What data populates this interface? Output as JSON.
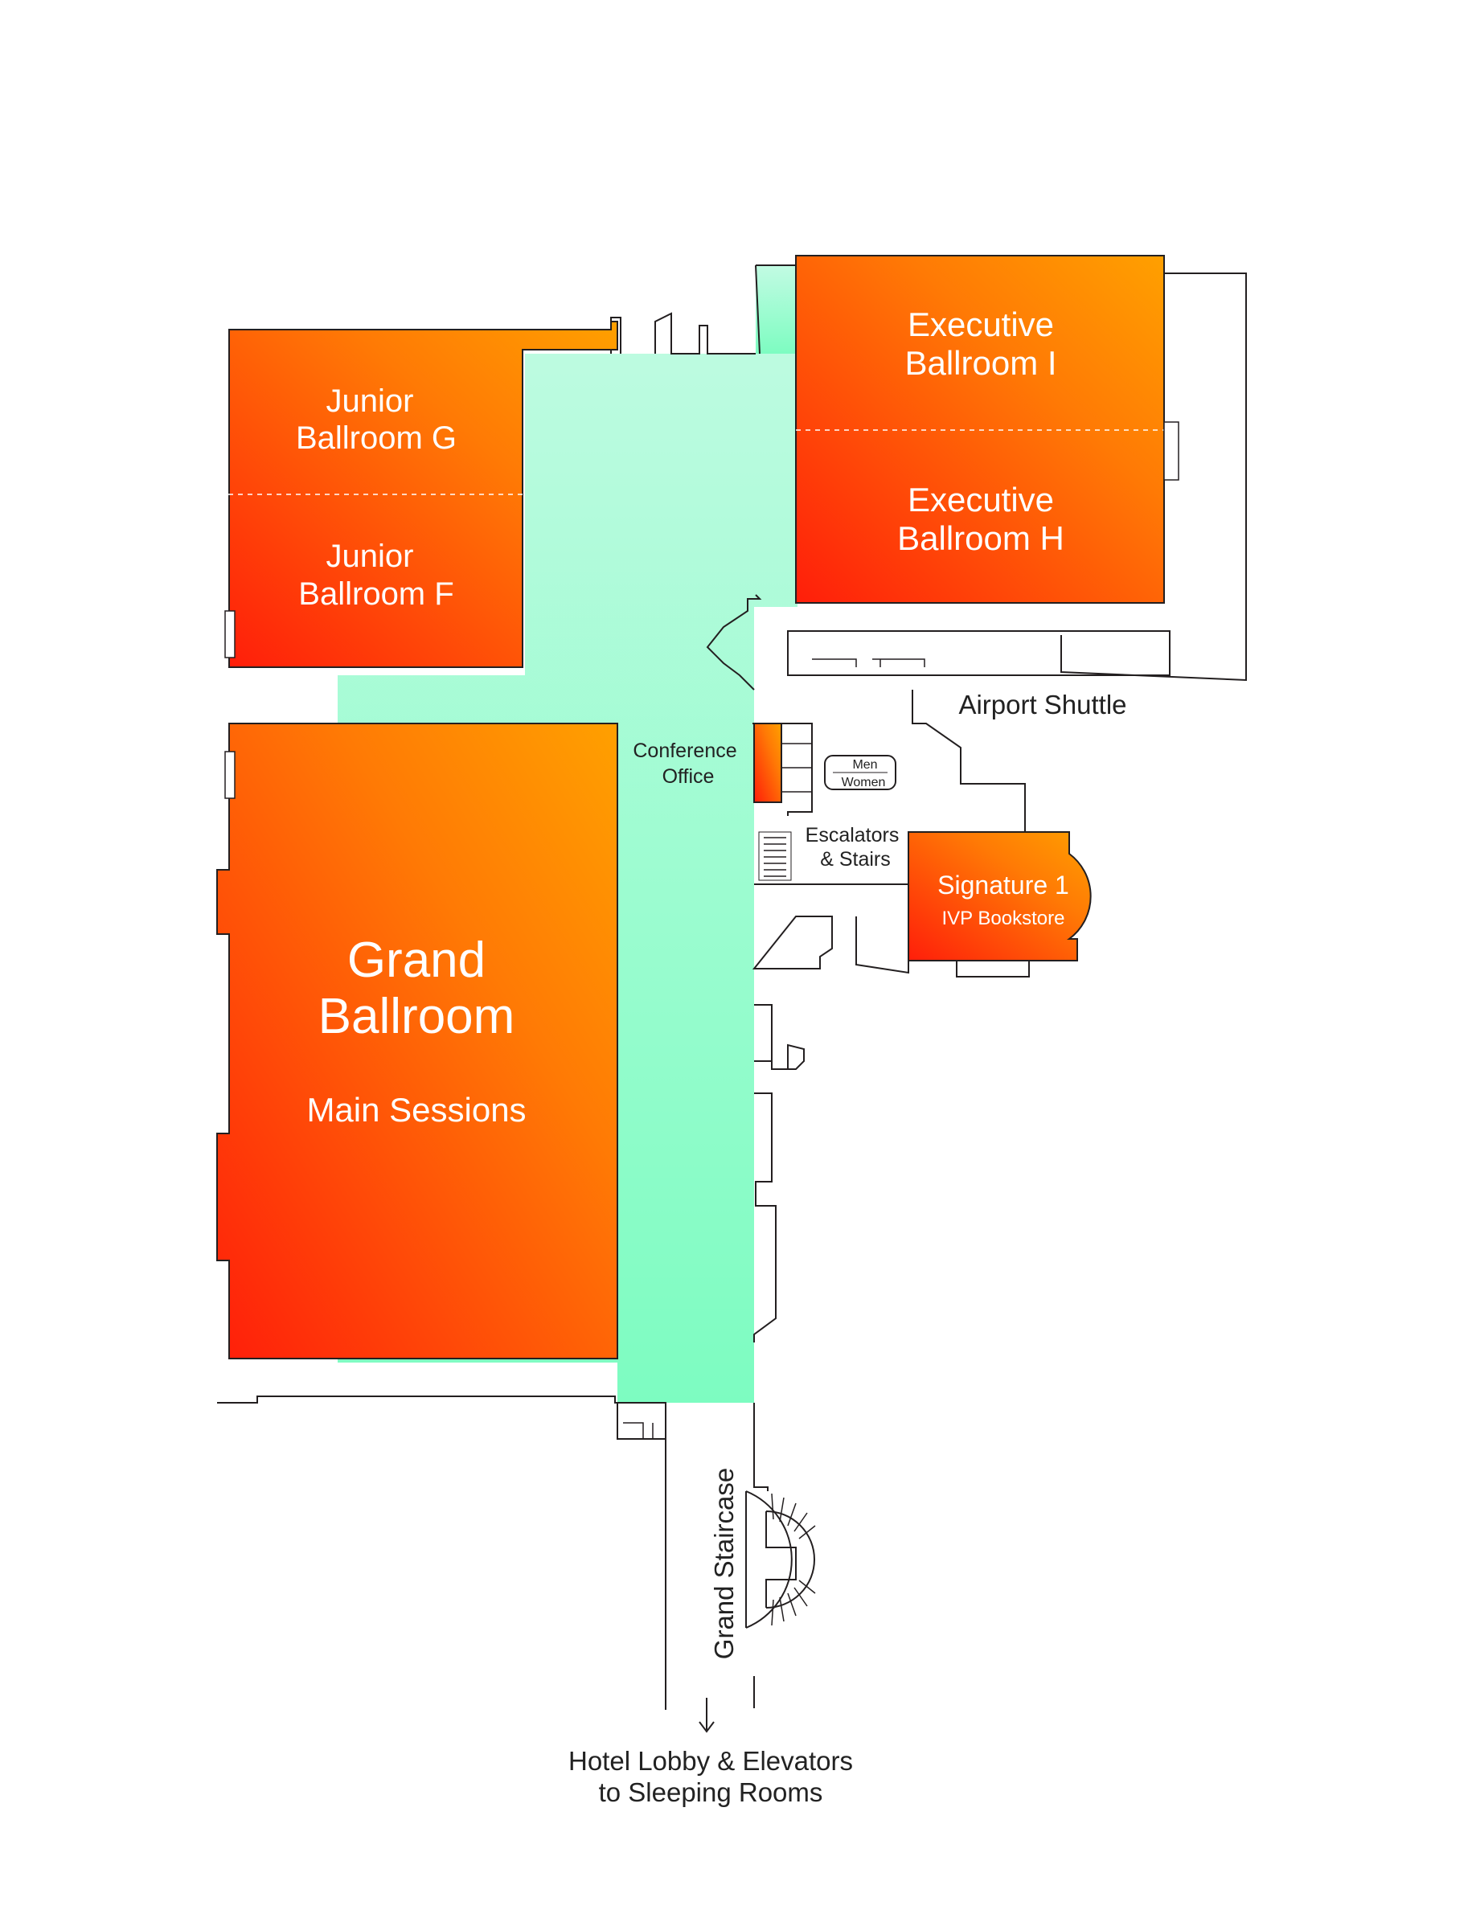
{
  "colors": {
    "room_gradient_start": "#ffa000",
    "room_gradient_end": "#ff1e0a",
    "corridor_top": "#c2fbe3",
    "corridor_bottom": "#7dfcc1",
    "wall": "#231f20",
    "label_dark": "#222222",
    "label_light": "#ffffff"
  },
  "rooms": {
    "junior_g": {
      "line1": "Junior",
      "line2": "Ballroom G"
    },
    "junior_f": {
      "line1": "Junior",
      "line2": "Ballroom F"
    },
    "exec_i": {
      "line1": "Executive",
      "line2": "Ballroom I"
    },
    "exec_h": {
      "line1": "Executive",
      "line2": "Ballroom H"
    },
    "grand": {
      "line1": "Grand",
      "line2": "Ballroom",
      "sub": "Main Sessions"
    },
    "signature": {
      "line1": "Signature 1",
      "sub": "IVP Bookstore"
    }
  },
  "labels": {
    "conference_office_1": "Conference",
    "conference_office_2": "Office",
    "men": "Men",
    "women": "Women",
    "escalators_1": "Escalators",
    "escalators_2": "& Stairs",
    "airport_shuttle": "Airport Shuttle",
    "grand_staircase": "Grand Staircase",
    "lobby_1": "Hotel Lobby & Elevators",
    "lobby_2": "to Sleeping Rooms"
  },
  "icons": {
    "direction_arrow": "arrow-down-icon",
    "staircase": "spiral-stair-icon"
  }
}
